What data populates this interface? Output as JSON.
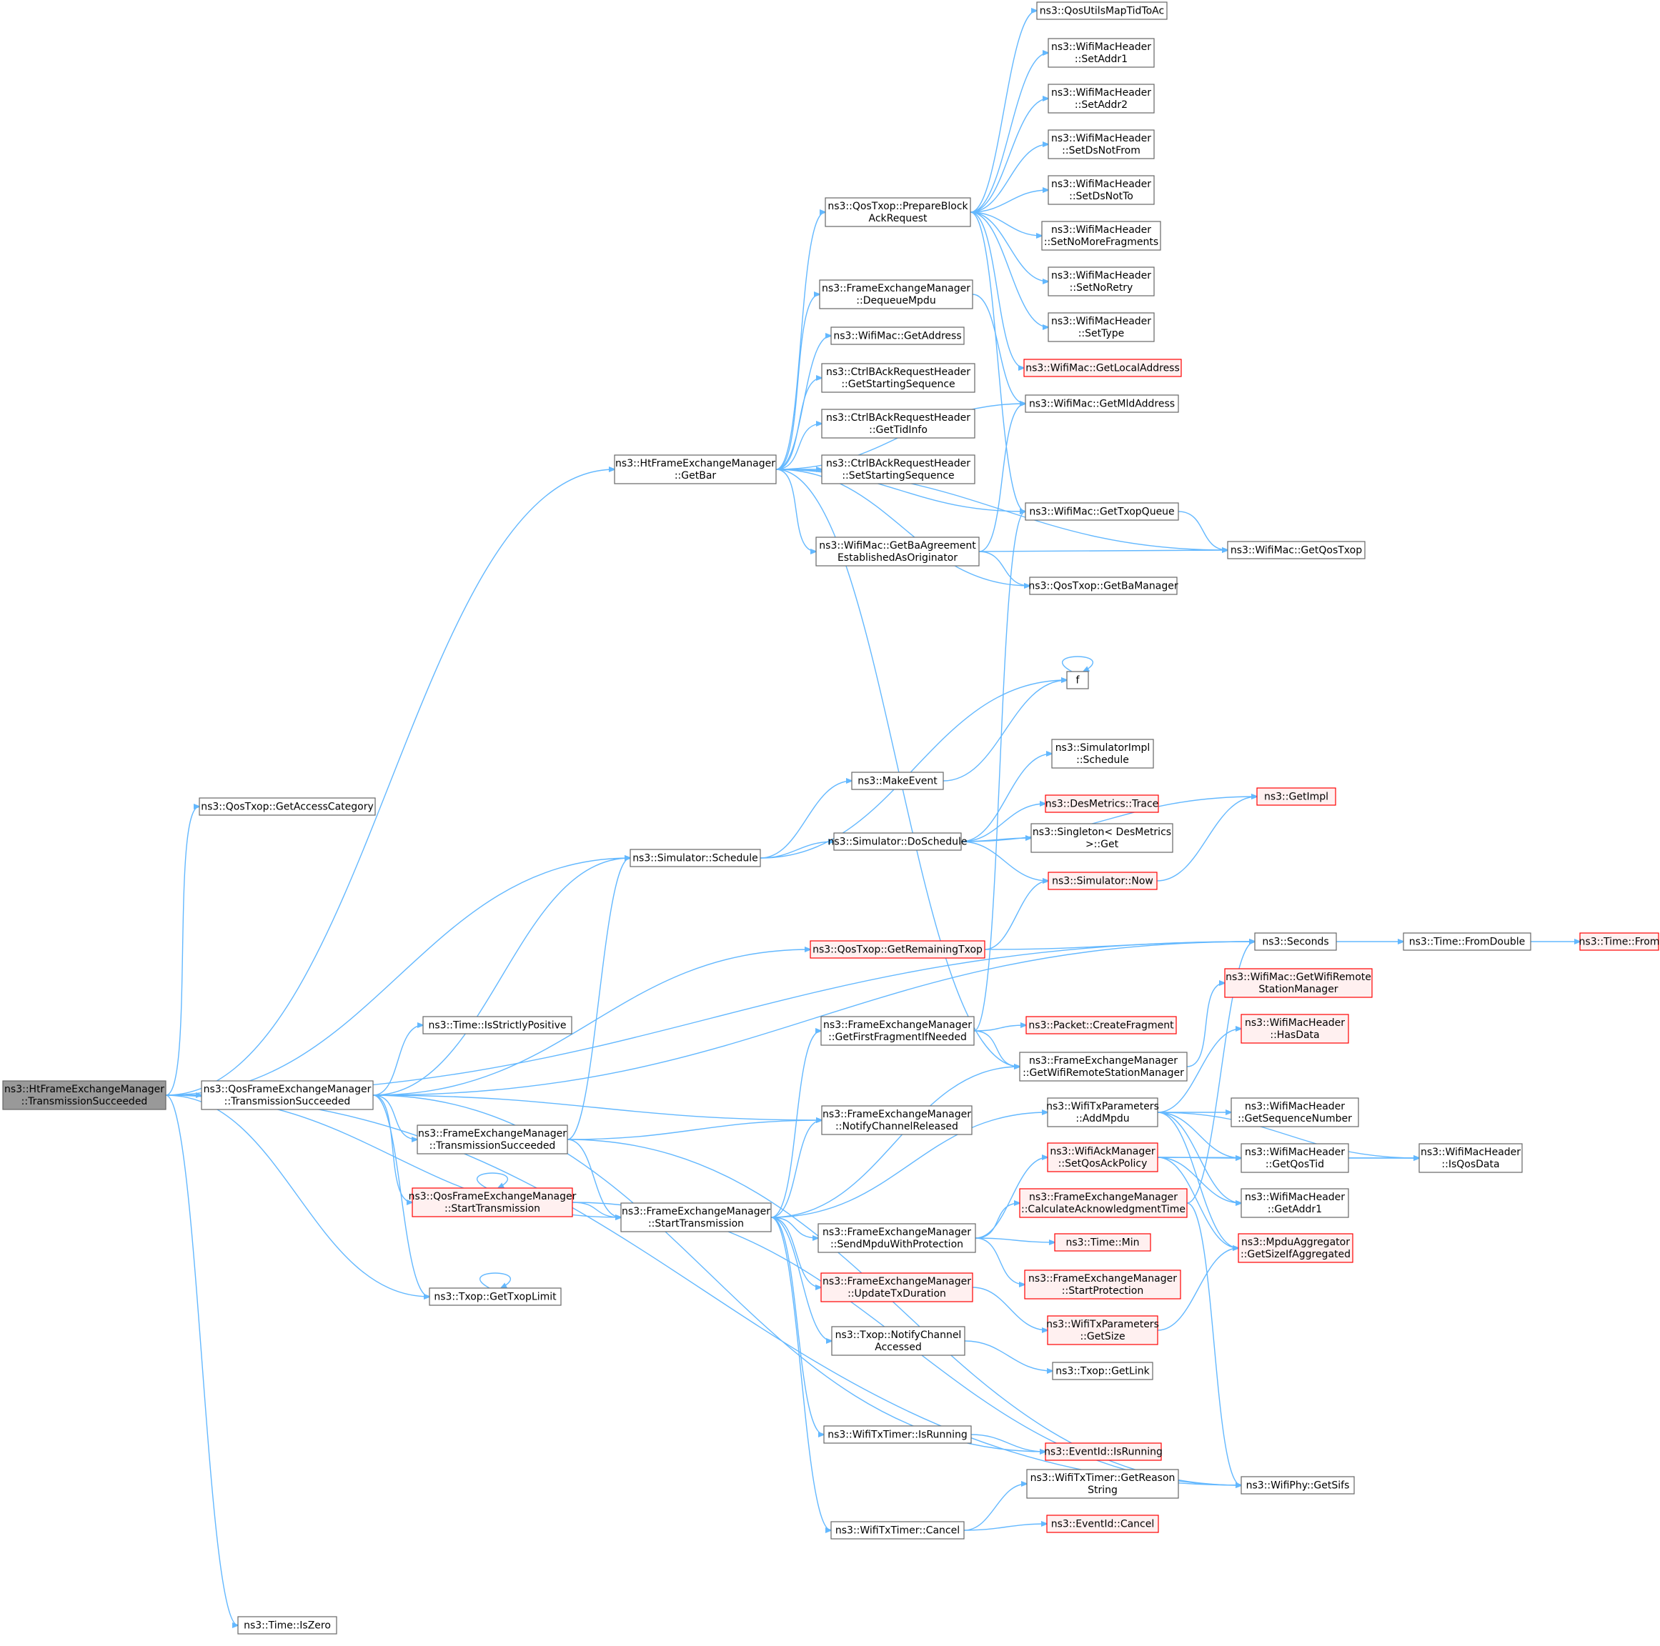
{
  "diagram": {
    "colors": {
      "edge": "#63b8ff",
      "node_fill": "#ffffff",
      "node_border": "#666666",
      "root_fill": "#999999",
      "root_border": "#666666",
      "incomplete_fill": "#fff0f0",
      "incomplete_border": "#ff0000",
      "text": "#000000"
    },
    "nodes": [
      {
        "id": "root",
        "lines": [
          "ns3::HtFrameExchangeManager",
          "::TransmissionSucceeded"
        ],
        "style": "root"
      },
      {
        "id": "getAccessCategory",
        "lines": [
          "ns3::QosTxop::GetAccessCategory"
        ],
        "style": "normal"
      },
      {
        "id": "getBar",
        "lines": [
          "ns3::HtFrameExchangeManager",
          "::GetBar"
        ],
        "style": "normal"
      },
      {
        "id": "qosTransSucc",
        "lines": [
          "ns3::QosFrameExchangeManager",
          "::TransmissionSucceeded"
        ],
        "style": "normal"
      },
      {
        "id": "timeIsZero",
        "lines": [
          "ns3::Time::IsZero"
        ],
        "style": "normal"
      },
      {
        "id": "simSchedule",
        "lines": [
          "ns3::Simulator::Schedule"
        ],
        "style": "normal"
      },
      {
        "id": "isStrictlyPositive",
        "lines": [
          "ns3::Time::IsStrictlyPositive"
        ],
        "style": "normal"
      },
      {
        "id": "femTransSucc",
        "lines": [
          "ns3::FrameExchangeManager",
          "::TransmissionSucceeded"
        ],
        "style": "normal"
      },
      {
        "id": "qosStartTx",
        "lines": [
          "ns3::QosFrameExchangeManager",
          "::StartTransmission"
        ],
        "style": "incomplete"
      },
      {
        "id": "getTxopLimit",
        "lines": [
          "ns3::Txop::GetTxopLimit"
        ],
        "style": "normal"
      },
      {
        "id": "prepareBar",
        "lines": [
          "ns3::QosTxop::PrepareBlock",
          "AckRequest"
        ],
        "style": "normal"
      },
      {
        "id": "dequeueMpdu",
        "lines": [
          "ns3::FrameExchangeManager",
          "::DequeueMpdu"
        ],
        "style": "normal"
      },
      {
        "id": "macGetAddress",
        "lines": [
          "ns3::WifiMac::GetAddress"
        ],
        "style": "normal"
      },
      {
        "id": "getStartingSeq",
        "lines": [
          "ns3::CtrlBAckRequestHeader",
          "::GetStartingSequence"
        ],
        "style": "normal"
      },
      {
        "id": "getTidInfo",
        "lines": [
          "ns3::CtrlBAckRequestHeader",
          "::GetTidInfo"
        ],
        "style": "normal"
      },
      {
        "id": "setStartingSeq",
        "lines": [
          "ns3::CtrlBAckRequestHeader",
          "::SetStartingSequence"
        ],
        "style": "normal"
      },
      {
        "id": "getBaAgreement",
        "lines": [
          "ns3::WifiMac::GetBaAgreement",
          "EstablishedAsOriginator"
        ],
        "style": "normal"
      },
      {
        "id": "makeEvent",
        "lines": [
          "ns3::MakeEvent"
        ],
        "style": "normal"
      },
      {
        "id": "doSchedule",
        "lines": [
          "ns3::Simulator::DoSchedule"
        ],
        "style": "normal"
      },
      {
        "id": "getRemainingTxop",
        "lines": [
          "ns3::QosTxop::GetRemainingTxop"
        ],
        "style": "incomplete"
      },
      {
        "id": "getFirstFragment",
        "lines": [
          "ns3::FrameExchangeManager",
          "::GetFirstFragmentIfNeeded"
        ],
        "style": "normal"
      },
      {
        "id": "notifyChannelReleased",
        "lines": [
          "ns3::FrameExchangeManager",
          "::NotifyChannelReleased"
        ],
        "style": "normal"
      },
      {
        "id": "femStartTx",
        "lines": [
          "ns3::FrameExchangeManager",
          "::StartTransmission"
        ],
        "style": "normal"
      },
      {
        "id": "sendMpduWithProtection",
        "lines": [
          "ns3::FrameExchangeManager",
          "::SendMpduWithProtection"
        ],
        "style": "normal"
      },
      {
        "id": "updateTxDuration",
        "lines": [
          "ns3::FrameExchangeManager",
          "::UpdateTxDuration"
        ],
        "style": "incomplete"
      },
      {
        "id": "notifyChannelAccessed",
        "lines": [
          "ns3::Txop::NotifyChannel",
          "Accessed"
        ],
        "style": "normal"
      },
      {
        "id": "txTimerIsRunning",
        "lines": [
          "ns3::WifiTxTimer::IsRunning"
        ],
        "style": "normal"
      },
      {
        "id": "txTimerCancel",
        "lines": [
          "ns3::WifiTxTimer::Cancel"
        ],
        "style": "normal"
      },
      {
        "id": "qosUtilsMap",
        "lines": [
          "ns3::QosUtilsMapTidToAc"
        ],
        "style": "normal"
      },
      {
        "id": "setAddr1",
        "lines": [
          "ns3::WifiMacHeader",
          "::SetAddr1"
        ],
        "style": "normal"
      },
      {
        "id": "setAddr2",
        "lines": [
          "ns3::WifiMacHeader",
          "::SetAddr2"
        ],
        "style": "normal"
      },
      {
        "id": "setDsNotFrom",
        "lines": [
          "ns3::WifiMacHeader",
          "::SetDsNotFrom"
        ],
        "style": "normal"
      },
      {
        "id": "setDsNotTo",
        "lines": [
          "ns3::WifiMacHeader",
          "::SetDsNotTo"
        ],
        "style": "normal"
      },
      {
        "id": "setNoMoreFragments",
        "lines": [
          "ns3::WifiMacHeader",
          "::SetNoMoreFragments"
        ],
        "style": "normal"
      },
      {
        "id": "setNoRetry",
        "lines": [
          "ns3::WifiMacHeader",
          "::SetNoRetry"
        ],
        "style": "normal"
      },
      {
        "id": "setType",
        "lines": [
          "ns3::WifiMacHeader",
          "::SetType"
        ],
        "style": "normal"
      },
      {
        "id": "getLocalAddress",
        "lines": [
          "ns3::WifiMac::GetLocalAddress"
        ],
        "style": "incomplete"
      },
      {
        "id": "getMldAddress",
        "lines": [
          "ns3::WifiMac::GetMldAddress"
        ],
        "style": "normal"
      },
      {
        "id": "getTxopQueue",
        "lines": [
          "ns3::WifiMac::GetTxopQueue"
        ],
        "style": "normal"
      },
      {
        "id": "getBaManager",
        "lines": [
          "ns3::QosTxop::GetBaManager"
        ],
        "style": "normal"
      },
      {
        "id": "f",
        "lines": [
          "f"
        ],
        "style": "normal"
      },
      {
        "id": "simImplSchedule",
        "lines": [
          "ns3::SimulatorImpl",
          "::Schedule"
        ],
        "style": "normal"
      },
      {
        "id": "desMetricsTrace",
        "lines": [
          "ns3::DesMetrics::Trace"
        ],
        "style": "incomplete"
      },
      {
        "id": "singletonGet",
        "lines": [
          "ns3::Singleton< DesMetrics",
          ">::Get"
        ],
        "style": "normal"
      },
      {
        "id": "simNow",
        "lines": [
          "ns3::Simulator::Now"
        ],
        "style": "incomplete"
      },
      {
        "id": "createFragment",
        "lines": [
          "ns3::Packet::CreateFragment"
        ],
        "style": "incomplete"
      },
      {
        "id": "getWifiRemoteStationManager",
        "lines": [
          "ns3::FrameExchangeManager",
          "::GetWifiRemoteStationManager"
        ],
        "style": "normal"
      },
      {
        "id": "addMpdu",
        "lines": [
          "ns3::WifiTxParameters",
          "::AddMpdu"
        ],
        "style": "normal"
      },
      {
        "id": "setQosAckPolicy",
        "lines": [
          "ns3::WifiAckManager",
          "::SetQosAckPolicy"
        ],
        "style": "incomplete"
      },
      {
        "id": "calcAckTime",
        "lines": [
          "ns3::FrameExchangeManager",
          "::CalculateAcknowledgmentTime"
        ],
        "style": "incomplete"
      },
      {
        "id": "timeMin",
        "lines": [
          "ns3::Time::Min"
        ],
        "style": "incomplete"
      },
      {
        "id": "startProtection",
        "lines": [
          "ns3::FrameExchangeManager",
          "::StartProtection"
        ],
        "style": "incomplete"
      },
      {
        "id": "txParamsGetSize",
        "lines": [
          "ns3::WifiTxParameters",
          "::GetSize"
        ],
        "style": "incomplete"
      },
      {
        "id": "txopGetLink",
        "lines": [
          "ns3::Txop::GetLink"
        ],
        "style": "normal"
      },
      {
        "id": "eventIdIsRunning",
        "lines": [
          "ns3::EventId::IsRunning"
        ],
        "style": "incomplete"
      },
      {
        "id": "getReasonString",
        "lines": [
          "ns3::WifiTxTimer::GetReason",
          "String"
        ],
        "style": "normal"
      },
      {
        "id": "eventIdCancel",
        "lines": [
          "ns3::EventId::Cancel"
        ],
        "style": "incomplete"
      },
      {
        "id": "getQosTxop",
        "lines": [
          "ns3::WifiMac::GetQosTxop"
        ],
        "style": "normal"
      },
      {
        "id": "getImpl",
        "lines": [
          "ns3::GetImpl"
        ],
        "style": "incomplete"
      },
      {
        "id": "seconds",
        "lines": [
          "ns3::Seconds"
        ],
        "style": "normal"
      },
      {
        "id": "getWifiRemoteStationManagerMac",
        "lines": [
          "ns3::WifiMac::GetWifiRemote",
          "StationManager"
        ],
        "style": "incomplete"
      },
      {
        "id": "hasData",
        "lines": [
          "ns3::WifiMacHeader",
          "::HasData"
        ],
        "style": "incomplete"
      },
      {
        "id": "getSequenceNumber",
        "lines": [
          "ns3::WifiMacHeader",
          "::GetSequenceNumber"
        ],
        "style": "normal"
      },
      {
        "id": "getQosTid",
        "lines": [
          "ns3::WifiMacHeader",
          "::GetQosTid"
        ],
        "style": "normal"
      },
      {
        "id": "getAddr1",
        "lines": [
          "ns3::WifiMacHeader",
          "::GetAddr1"
        ],
        "style": "normal"
      },
      {
        "id": "getSizeIfAggregated",
        "lines": [
          "ns3::MpduAggregator",
          "::GetSizeIfAggregated"
        ],
        "style": "incomplete"
      },
      {
        "id": "getSifs",
        "lines": [
          "ns3::WifiPhy::GetSifs"
        ],
        "style": "normal"
      },
      {
        "id": "timeFromDouble",
        "lines": [
          "ns3::Time::FromDouble"
        ],
        "style": "normal"
      },
      {
        "id": "timeFrom",
        "lines": [
          "ns3::Time::From"
        ],
        "style": "incomplete"
      },
      {
        "id": "isQosData",
        "lines": [
          "ns3::WifiMacHeader",
          "::IsQosData"
        ],
        "style": "normal"
      }
    ]
  }
}
